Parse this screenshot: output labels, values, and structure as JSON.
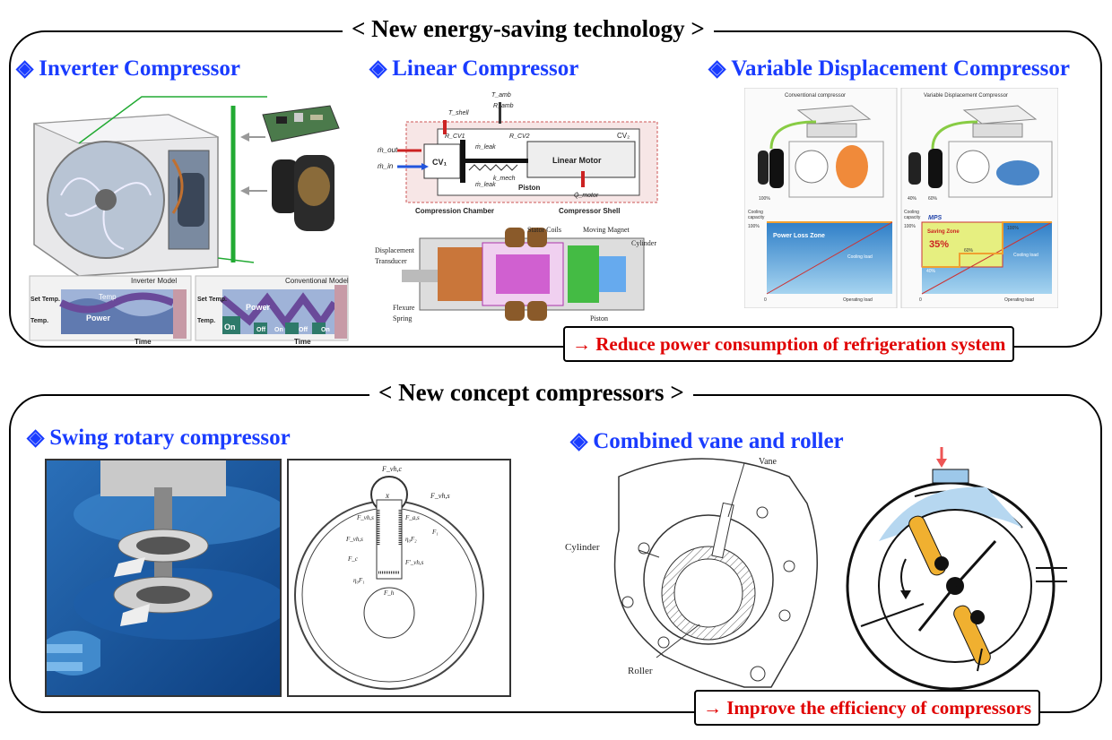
{
  "section1": {
    "title": "< New energy-saving technology >",
    "items": [
      {
        "symbol": "◈",
        "label": "Inverter Compressor"
      },
      {
        "symbol": "◈",
        "label": "Linear Compressor"
      },
      {
        "symbol": "◈",
        "label": "Variable Displacement Compressor"
      }
    ],
    "result": "→ Reduce  power consumption  of refrigeration system"
  },
  "section2": {
    "title": "< New concept compressors >",
    "items": [
      {
        "symbol": "◈",
        "label": "Swing rotary compressor"
      },
      {
        "symbol": "◈",
        "label": "Combined vane and roller"
      }
    ],
    "result": "→ Improve the efficiency of  compressors"
  },
  "inverter": {
    "inverter_model": "Inverter Model",
    "conventional_model": "Conventional Model",
    "set_temp": "Set Temp.",
    "temp_axis": "Temp.",
    "temp": "Temp",
    "power": "Power",
    "time": "Time",
    "on": "On",
    "off": "Off"
  },
  "linear": {
    "t_amb": "T_amb",
    "r_amb": "R_amb",
    "t_shell": "T_shell",
    "r_cv1": "R_CV1",
    "r_cv2": "R_CV2",
    "cv2": "CV₂",
    "cv1": "CV₁",
    "m_out": "ṁ_out",
    "m_in": "ṁ_in",
    "m_leak": "ṁ_leak",
    "k_mech": "k_mech",
    "piston": "Piston",
    "q_motor": "Q̇_motor",
    "linear_motor": "Linear Motor",
    "compression_chamber": "Compression Chamber",
    "compressor_shell": "Compressor Shell",
    "stator_coils": "Stator Coils",
    "moving_magnet": "Moving Magnet",
    "cylinder": "Cylinder",
    "displacement": "Displacement",
    "transducer": "Transducer",
    "flexure": "Flexure",
    "spring": "Spring"
  },
  "variable": {
    "conventional_compressor": "Conventional compressor",
    "vdc": "Variable Displacement Compressor",
    "pct_100": "100%",
    "pct_40": "40%",
    "pct_60": "60%",
    "cooling": "Cooling",
    "capacity": "capacity",
    "power_loss_zone": "Power Loss Zone",
    "cooling_load": "Cooling load",
    "operating_load": "Operating load",
    "zero": "0",
    "mps": "MPS",
    "saving_zone": "Saving Zone",
    "pct_35": "35%"
  },
  "swing": {
    "f_vh_c": "F_vh,c",
    "f_vh_s": "F_vh,s",
    "x": "x",
    "f_vh_s2": "F_vh,s",
    "f_a_s": "F_a,s",
    "f_vh_s3": "F_vh,s",
    "mu_f2": "η₀F₂",
    "f_c": "F_c",
    "f_prime_vh": "F'_vh,s",
    "f_h": "F_h",
    "mu_f1": "η₀F₁",
    "f_1": "F₁"
  },
  "vane_roller": {
    "vane": "Vane",
    "cylinder": "Cylinder",
    "roller": "Roller"
  },
  "colors": {
    "title_blue": "#1a3cff",
    "result_red": "#e00000",
    "green_line": "#22aa33"
  }
}
